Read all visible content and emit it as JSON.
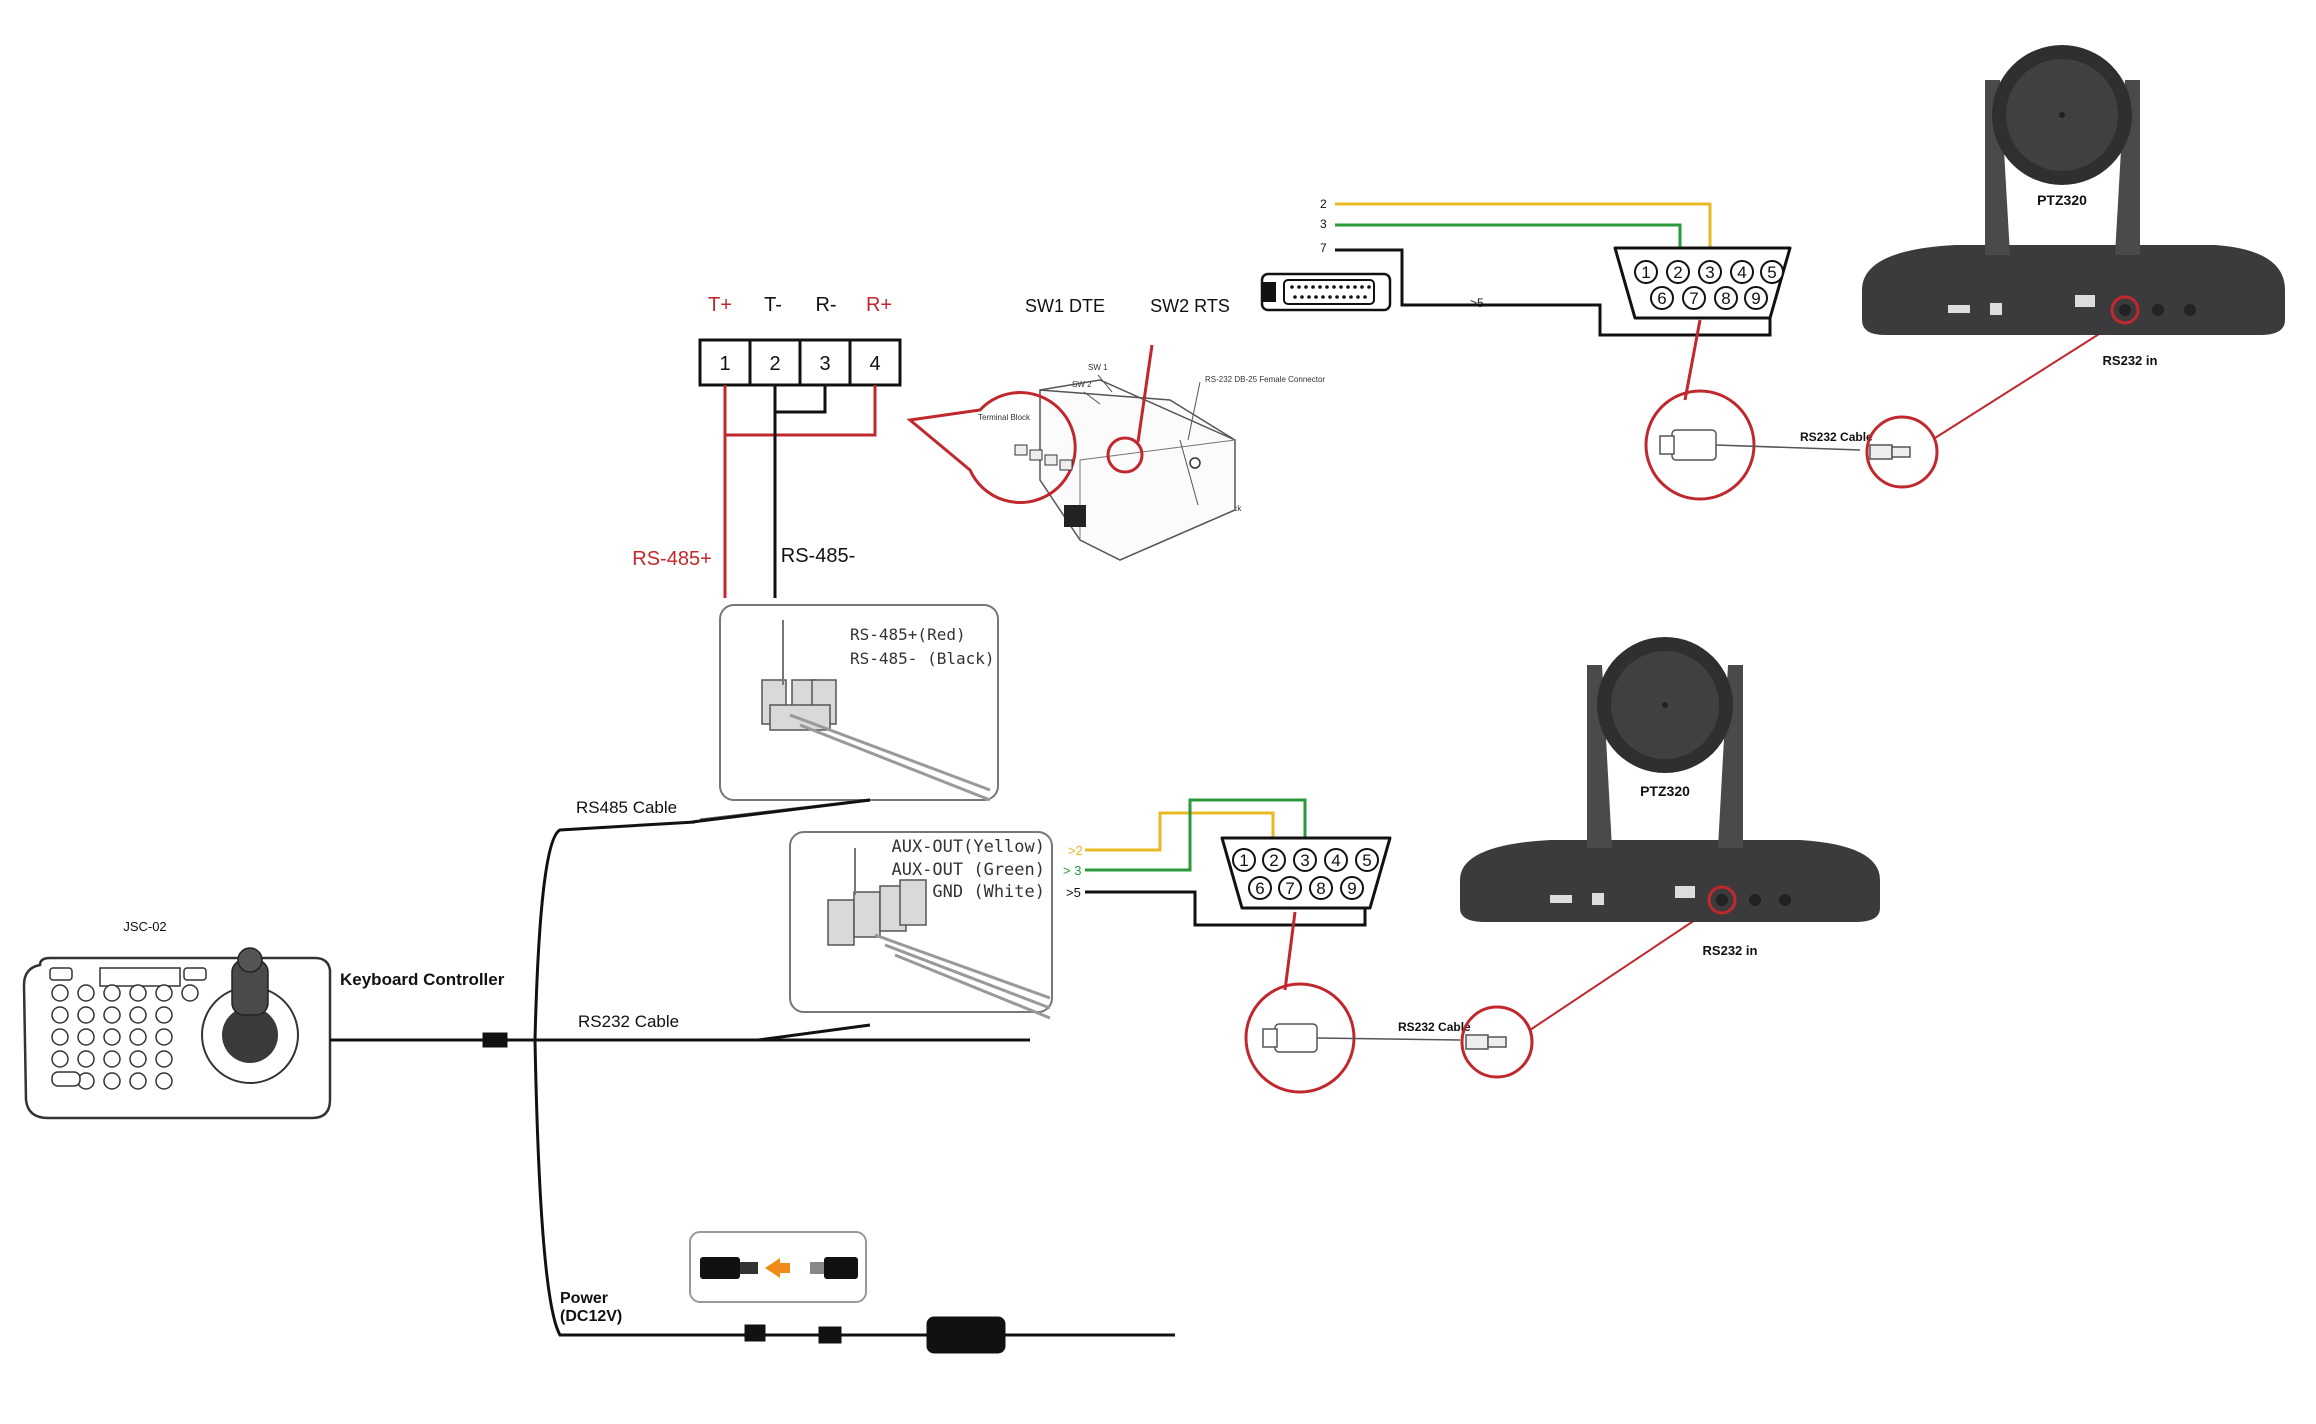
{
  "terminal_block": {
    "pin_labels": [
      "T+",
      "T-",
      "R-",
      "R+"
    ],
    "pin_numbers": [
      "1",
      "2",
      "3",
      "4"
    ],
    "rs485_plus": "RS-485+",
    "rs485_minus": "RS-485-"
  },
  "converter": {
    "sw1": "SW1 DTE",
    "sw2": "SW2 RTS",
    "sw1_small": "SW 1",
    "sw2_small": "SW 2",
    "db25_label": "RS-232 DB-25 Female Connector",
    "terminal_block": "Terminal Block",
    "power_jack": "Power Jack"
  },
  "db25_pins": [
    "2",
    "3",
    "7"
  ],
  "to_pin5": ">5",
  "db9_top_row": [
    "1",
    "2",
    "3",
    "4",
    "5"
  ],
  "db9_bottom_row": [
    "6",
    "7",
    "8",
    "9"
  ],
  "camera_top": {
    "model": "PTZ320",
    "port_label": "RS232 in",
    "cable": "RS232 Cable"
  },
  "camera_bottom": {
    "model": "PTZ320",
    "port_label": "RS232 in",
    "cable": "RS232 Cable"
  },
  "rs485_wire_detail": {
    "line1": "RS-485+(Red)",
    "line2": "RS-485- (Black)"
  },
  "aux_detail": {
    "line1": "AUX-OUT(Yellow)",
    "line2": "AUX-OUT (Green)",
    "line3": "GND (White)",
    "pin2": ">2",
    "pin3": "> 3",
    "pin5": ">5"
  },
  "keyboard": {
    "model": "JSC-02",
    "title": "Keyboard Controller",
    "rs485_cable": "RS485 Cable",
    "rs232_cable": "RS232 Cable",
    "power_line1": "Power",
    "power_line2": "(DC12V)"
  },
  "colors": {
    "red": "#c0282d",
    "yellow": "#e8b923",
    "green": "#2a9a3c",
    "black": "#111111",
    "orange": "#f08a18",
    "camera_body": "#3b3b3e"
  }
}
